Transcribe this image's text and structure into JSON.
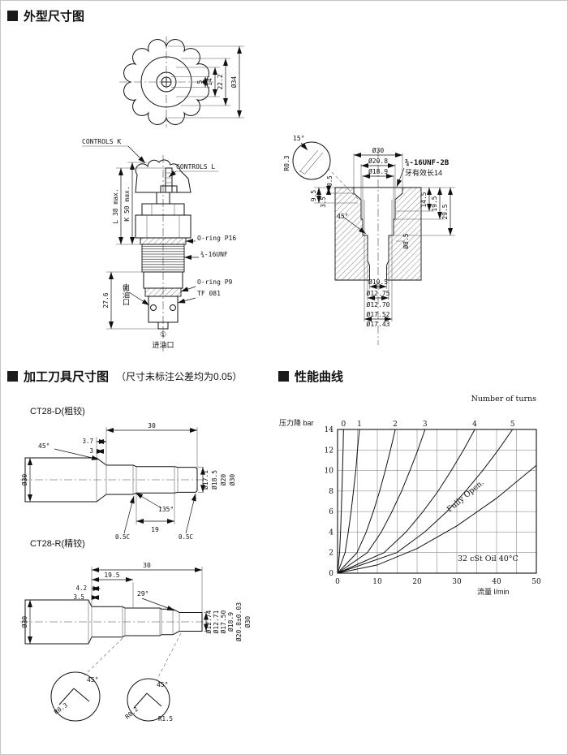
{
  "sections": {
    "outline": {
      "title": "外型尺寸图"
    },
    "tools": {
      "title": "加工刀具尺寸图",
      "note": "（尺寸未标注公差均为0.05）"
    },
    "curves": {
      "title": "性能曲线"
    }
  },
  "outline_drawing": {
    "top_view": {
      "dia_outer": "Ø34",
      "h1": "22.2",
      "h2": "14",
      "h3": "5"
    },
    "side_view": {
      "controls_k": "CONTROLS K",
      "controls_l": "CONTROLS L",
      "oring_p16": "O-ring P16",
      "thread": "¾-16UNF",
      "oring_p9": "O-ring P9",
      "model": "TF 081",
      "k_len": "K 50 max.",
      "l_len": "L 38 max.",
      "body_len": "27.6",
      "port2_num": "②",
      "port2_name": "出油口",
      "port1_num": "①",
      "port1_name": "进油口"
    },
    "cavity_view": {
      "angle15": "15°",
      "r03": "R0.3",
      "d30": "Ø30",
      "d208": "Ø20.8",
      "d189": "Ø18.9",
      "thread": "¾-16UNF-2B",
      "thread_note": "牙有效长14",
      "h95": "9.5",
      "h05": "0.5",
      "h35": "3.5",
      "angle45": "45°",
      "h145": "14.5",
      "h195": "19.5",
      "h295": "29.5",
      "d85": "Ø8.5",
      "d105": "Ø10.5",
      "d1275": "Ø12.75",
      "d1270": "Ø12.70",
      "d1752": "Ø17.52",
      "d1743": "Ø17.43"
    }
  },
  "tools_drawing": {
    "ct28d": {
      "name": "CT28-D(粗铰)",
      "len30": "30",
      "len37": "3.7",
      "len3": "3",
      "angle45": "45°",
      "angle135": "135°",
      "len19": "19",
      "ch1": "0.5C",
      "ch2": "0.5C",
      "shank": "Ø30",
      "d171": "Ø17.1",
      "d185": "Ø18.5",
      "d20": "Ø20",
      "d30": "Ø30"
    },
    "ct28r": {
      "name": "CT28-R(精铰)",
      "len30": "30",
      "len195": "19.5",
      "len42": "4.2",
      "len35": "3.5",
      "angle29": "29°",
      "shank": "Ø30",
      "d1274": "Ø12.74",
      "d1271": "Ø12.71",
      "d1750": "Ø17.50",
      "d189": "Ø18.9",
      "d208": "Ø20.8±0.03",
      "d30": "Ø30",
      "det1_angle": "45°",
      "det1_r": "R0.3",
      "det2_angle": "45°",
      "det2_r1": "R0.2",
      "det2_r2": "R1.5"
    }
  },
  "chart_data": {
    "type": "line",
    "series_label": "Number of turns",
    "y_label": "压力降 bar",
    "x_label": "流量 l/min",
    "annotation": "32 cSt Oil 40°C",
    "xlim": [
      0,
      50
    ],
    "ylim": [
      0,
      14
    ],
    "x_grid_step": 5,
    "y_grid_step": 2,
    "x_ticks": [
      0,
      10,
      20,
      30,
      40,
      50
    ],
    "y_ticks": [
      0,
      2,
      4,
      6,
      8,
      10,
      12,
      14
    ],
    "legend_position": "top",
    "series": [
      {
        "name": "0",
        "points": [
          [
            0,
            0
          ],
          [
            0.5,
            2
          ],
          [
            0.75,
            4
          ],
          [
            0.94,
            6
          ],
          [
            1.1,
            8
          ],
          [
            1.24,
            10
          ],
          [
            1.38,
            12
          ],
          [
            1.5,
            14
          ]
        ]
      },
      {
        "name": "1",
        "points": [
          [
            0,
            0
          ],
          [
            1.9,
            2
          ],
          [
            2.7,
            4
          ],
          [
            3.4,
            6
          ],
          [
            4,
            8
          ],
          [
            4.6,
            10
          ],
          [
            5,
            12
          ],
          [
            5.5,
            14
          ]
        ]
      },
      {
        "name": "2",
        "points": [
          [
            0,
            0
          ],
          [
            4.9,
            2
          ],
          [
            7.2,
            4
          ],
          [
            9,
            6
          ],
          [
            10.6,
            8
          ],
          [
            12,
            10
          ],
          [
            13.3,
            12
          ],
          [
            14.5,
            14
          ]
        ]
      },
      {
        "name": "3",
        "points": [
          [
            0,
            0
          ],
          [
            7.5,
            2
          ],
          [
            11,
            4
          ],
          [
            13.7,
            6
          ],
          [
            16.1,
            8
          ],
          [
            18.2,
            10
          ],
          [
            20.2,
            12
          ],
          [
            22,
            14
          ]
        ]
      },
      {
        "name": "4",
        "points": [
          [
            0,
            0
          ],
          [
            11.7,
            2
          ],
          [
            17.2,
            4
          ],
          [
            21.5,
            6
          ],
          [
            25.3,
            8
          ],
          [
            28.6,
            10
          ],
          [
            31.7,
            12
          ],
          [
            34.5,
            14
          ]
        ]
      },
      {
        "name": "5",
        "points": [
          [
            0,
            0
          ],
          [
            14.9,
            2
          ],
          [
            21.9,
            4
          ],
          [
            27.5,
            6
          ],
          [
            32.2,
            8
          ],
          [
            36.5,
            10
          ],
          [
            40.4,
            12
          ],
          [
            44,
            14
          ]
        ]
      },
      {
        "name": "Fully Open.",
        "points": [
          [
            0,
            0
          ],
          [
            10,
            0.8
          ],
          [
            20,
            2.4
          ],
          [
            30,
            4.6
          ],
          [
            40,
            7.3
          ],
          [
            50,
            10.5
          ]
        ]
      }
    ]
  }
}
